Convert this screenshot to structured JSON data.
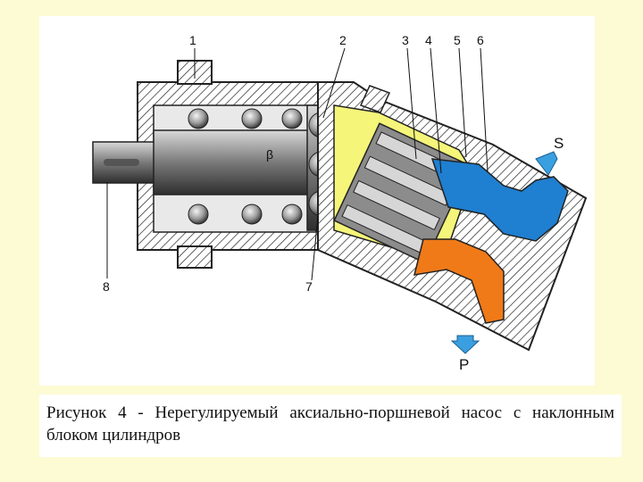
{
  "figure": {
    "part_labels": [
      "1",
      "2",
      "3",
      "4",
      "5",
      "6",
      "7",
      "8"
    ],
    "port_suction": "S",
    "port_pressure": "P",
    "angle_symbol": "β",
    "colors": {
      "housing_hatch": "#222222",
      "pump_body": "#b3b3b3",
      "piston_zone": "#f5f57a",
      "suction_channel": "#1f7fd0",
      "pressure_channel": "#f07a18",
      "port_arrow": "#3a9fe0"
    }
  },
  "caption": {
    "text": "Рисунок 4 - Нерегулируемый аксиально-поршневой насос с наклонным блоком цилиндров"
  }
}
